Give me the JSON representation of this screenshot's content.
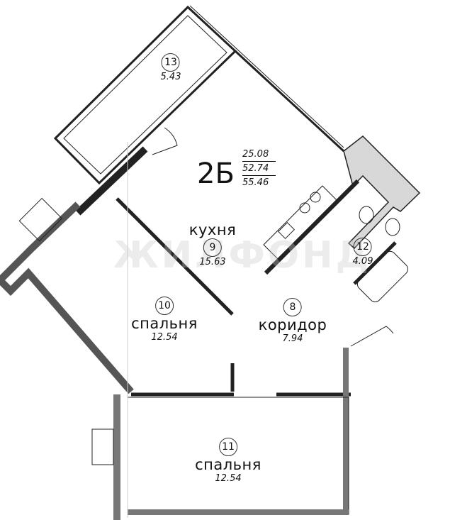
{
  "watermark": "ЖИЛФОНД",
  "apartment": {
    "type": "2Б",
    "areas": [
      "25.08",
      "52.74",
      "55.46"
    ]
  },
  "rooms": [
    {
      "number": "13",
      "name": "",
      "area": "5.43"
    },
    {
      "number": "9",
      "name": "кухня",
      "area": "15.63"
    },
    {
      "number": "12",
      "name": "",
      "area": "4.09"
    },
    {
      "number": "10",
      "name": "спальня",
      "area": "12.54"
    },
    {
      "number": "8",
      "name": "коридор",
      "area": "7.94"
    },
    {
      "number": "11",
      "name": "спальня",
      "area": "12.54"
    }
  ]
}
